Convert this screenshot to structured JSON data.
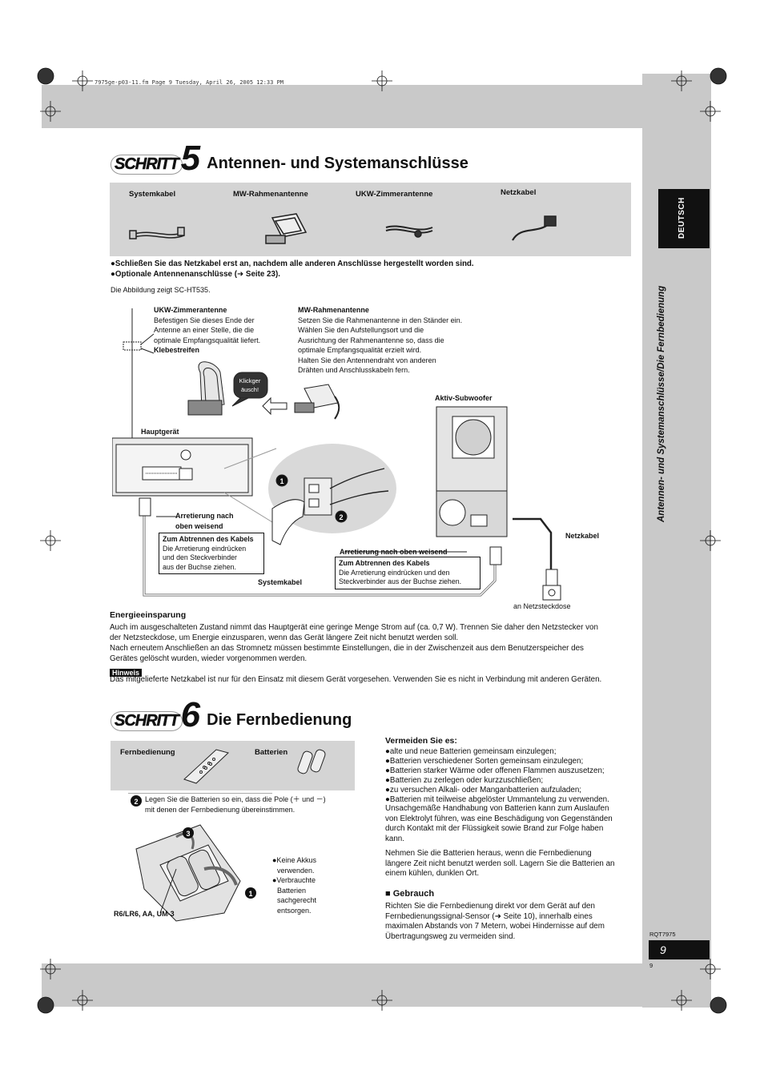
{
  "header": {
    "file_info": "7975ge-p03-11.fm  Page 9  Tuesday, April 26, 2005  12:33 PM"
  },
  "sidebar": {
    "language": "DEUTSCH",
    "section_title": "Antennen- und Systemanschlüsse/Die Fernbedienung"
  },
  "step5": {
    "schritt": "SCHRITT",
    "number": "5",
    "title": "Antennen- und Systemanschlüsse",
    "accessories": [
      "Systemkabel",
      "MW-Rahmenantenne",
      "UKW-Zimmerantenne",
      "Netzkabel"
    ],
    "notes": [
      "●Schließen Sie das Netzkabel erst an, nachdem alle anderen Anschlüsse hergestellt worden sind.",
      "●Optionale Antennenanschlüsse (➜ Seite 23)."
    ],
    "figure_caption": "Die Abbildung zeigt SC-HT535.",
    "diagram": {
      "ukw_title": "UKW-Zimmerantenne",
      "ukw_text": [
        "Befestigen Sie dieses Ende der",
        "Antenne an einer Stelle, die die",
        "optimale Empfangsqualität liefert."
      ],
      "klebestreifen": "Klebestreifen",
      "mw_title": "MW-Rahmenantenne",
      "mw_text": [
        "Setzen Sie die Rahmenantenne in den Ständer ein.",
        "Wählen Sie den Aufstellungsort und die",
        "Ausrichtung der Rahmenantenne so, dass die",
        "optimale Empfangsqualität erzielt wird.",
        "Halten Sie den Antennendraht von anderen",
        "Drähten und Anschlusskabeln fern."
      ],
      "klick": [
        "Klickger",
        "äusch!"
      ],
      "subwoofer": "Aktiv-Subwoofer",
      "hauptgeraet": "Hauptgerät",
      "arretierung1": [
        "Arretierung nach",
        "oben weisend"
      ],
      "abtrennen_title": "Zum Abtrennen des Kabels",
      "abtrennen_text": [
        "Die Arretierung eindrücken",
        "und den Steckverbinder",
        "aus der Buchse ziehen."
      ],
      "arretierung2": "Arretierung nach oben weisend",
      "abtrennen2_title": "Zum Abtrennen des Kabels",
      "abtrennen2_text": [
        "Die Arretierung eindrücken und den",
        "Steckverbinder aus der Buchse ziehen."
      ],
      "systemkabel": "Systemkabel",
      "netzkabel": "Netzkabel",
      "netzsteckdose": "an Netzsteckdose",
      "num1": "1",
      "num2": "2"
    },
    "energy_title": "Energieeinsparung",
    "energy_text": [
      "Auch im ausgeschalteten Zustand nimmt das Hauptgerät eine geringe Menge Strom auf (ca. 0,7 W). Trennen Sie daher den Netzstecker von",
      "der Netzsteckdose, um Energie einzusparen, wenn das Gerät längere Zeit nicht benutzt werden soll.",
      "Nach erneutem Anschließen an das Stromnetz müssen bestimmte Einstellungen, die in der Zwischenzeit aus dem Benutzerspeicher des",
      "Gerätes gelöscht wurden, wieder vorgenommen werden."
    ],
    "hinweis_label": "Hinweis",
    "hinweis_text": "Das mitgelieferte Netzkabel ist nur für den Einsatz mit diesem Gerät vorgesehen. Verwenden Sie es nicht in Verbindung mit anderen Geräten."
  },
  "step6": {
    "schritt": "SCHRITT",
    "number": "6",
    "title": "Die Fernbedienung",
    "accessories": [
      "Fernbedienung",
      "Batterien"
    ],
    "insert_num": "2",
    "insert_text": [
      "Legen Sie die Batterien so ein, dass die Pole (＋ und －)",
      "mit denen der Fernbedienung übereinstimmen."
    ],
    "num3": "3",
    "num1": "1",
    "battery_type": "R6/LR6, AA, UM-3",
    "side_notes": [
      "●Keine Akkus",
      "verwenden.",
      "●Verbrauchte",
      "Batterien",
      "sachgerecht",
      "entsorgen."
    ],
    "avoid_title": "Vermeiden Sie es:",
    "avoid_items": [
      "●alte und neue Batterien gemeinsam einzulegen;",
      "●Batterien verschiedener Sorten gemeinsam einzulegen;",
      "●Batterien starker Wärme oder offenen Flammen auszusetzen;",
      "●Batterien zu zerlegen oder kurzzuschließen;",
      "●zu versuchen Alkali- oder Manganbatterien aufzuladen;",
      "●Batterien mit teilweise abgelöster Ummantelung zu verwenden."
    ],
    "avoid_text": [
      "Unsachgemäße Handhabung von Batterien kann zum Auslaufen",
      "von Elektrolyt führen, was eine Beschädigung von Gegenständen",
      "durch Kontakt mit der Flüssigkeit sowie Brand zur Folge haben",
      "kann."
    ],
    "remove_text": [
      "Nehmen Sie die Batterien heraus, wenn die Fernbedienung",
      "längere Zeit nicht benutzt werden soll. Lagern Sie die Batterien an",
      "einem kühlen, dunklen Ort."
    ],
    "use_title": "■ Gebrauch",
    "use_text": [
      "Richten Sie die Fernbedienung direkt vor dem Gerät auf den",
      "Fernbedienungssignal-Sensor (➜ Seite 10), innerhalb eines",
      "maximalen Abstands von 7 Metern, wobei Hindernisse auf dem",
      "Übertragungsweg zu vermeiden sind."
    ]
  },
  "footer": {
    "model": "RQT7975",
    "page": "9",
    "page_small": "9"
  }
}
